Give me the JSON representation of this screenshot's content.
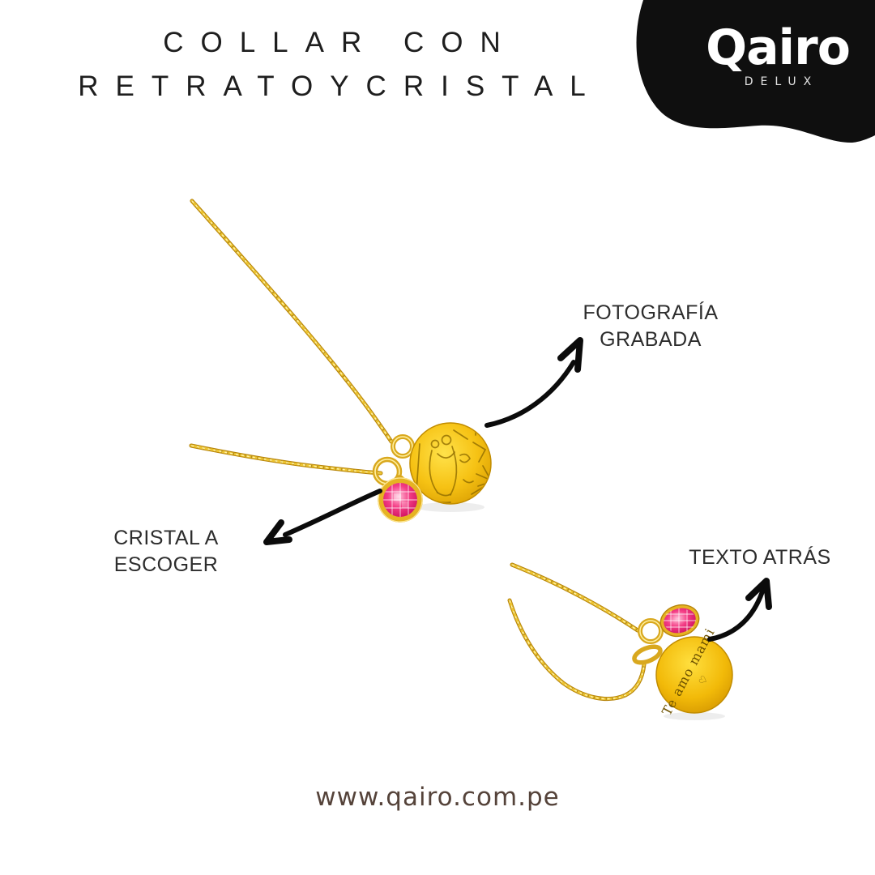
{
  "title": {
    "line1": "COLLAR CON",
    "line2": "RETRATOYCRISTAL"
  },
  "logo": {
    "brand": "Qairo",
    "sub": "DELUX"
  },
  "callouts": {
    "photo": {
      "line1": "FOTOGRAFÍA",
      "line2": "GRABADA"
    },
    "crystal": {
      "line1": "CRISTAL A",
      "line2": "ESCOGER"
    },
    "text_back": {
      "label": "TEXTO ATRÁS"
    }
  },
  "pendant": {
    "engraving_text": "Te amo mami",
    "engraving_heart": "♡"
  },
  "footer": {
    "url": "www.qairo.com.pe"
  },
  "colors": {
    "gold": "#e3ac15",
    "gold_dark": "#b5830a",
    "pink": "#e8176b",
    "ink": "#0b0b0b",
    "text": "#2d2d2d",
    "brown": "#55433a"
  }
}
